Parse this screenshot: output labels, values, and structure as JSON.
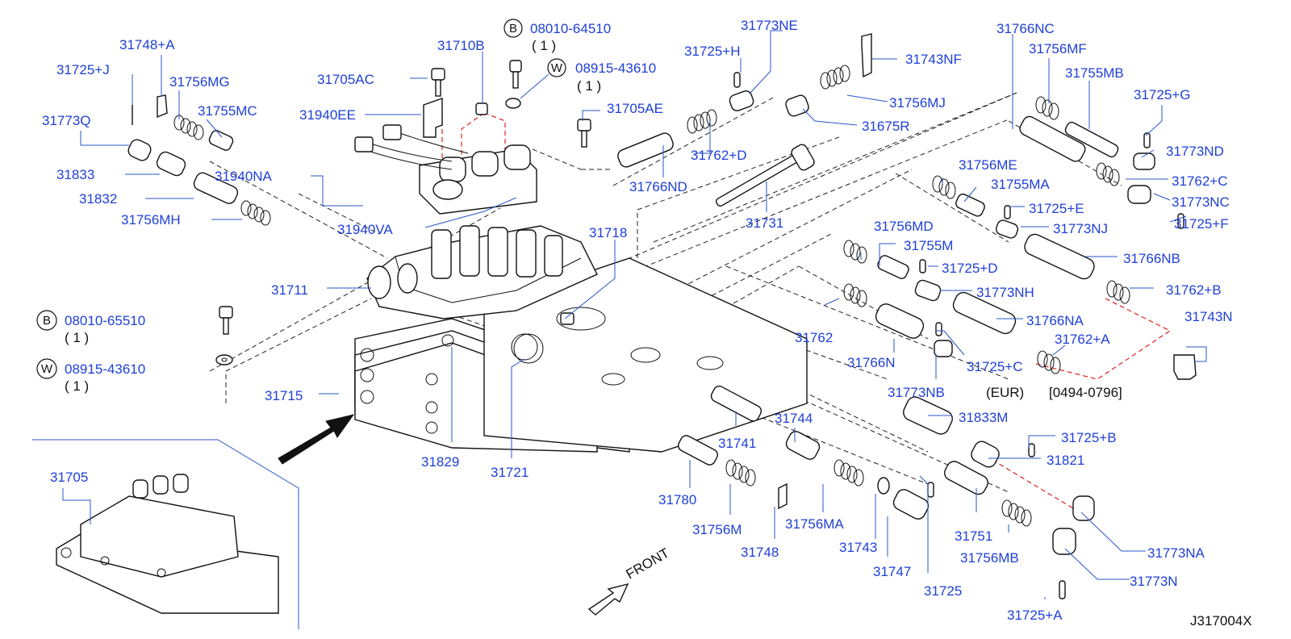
{
  "diagram_code": "J317004X",
  "note_eur": "(EUR)",
  "note_date": "[0494-0796]",
  "front_label": "FRONT",
  "callouts": {
    "b1": {
      "symbol": "B",
      "part": "08010-64510",
      "qty": "( 1 )"
    },
    "w1": {
      "symbol": "W",
      "part": "08915-43610",
      "qty": "( 1 )"
    },
    "b2": {
      "symbol": "B",
      "part": "08010-65510",
      "qty": "( 1 )"
    },
    "w2": {
      "symbol": "W",
      "part": "08915-43610",
      "qty": "( 1 )"
    }
  },
  "parts": {
    "p31748A": "31748+A",
    "p31725J": "31725+J",
    "p31756MG": "31756MG",
    "p31755MC": "31755MC",
    "p31773Q": "31773Q",
    "p31833": "31833",
    "p31940NA": "31940NA",
    "p31832": "31832",
    "p31756MH": "31756MH",
    "p31705AC": "31705AC",
    "p31710B": "31710B",
    "p31940EE": "31940EE",
    "p31940VA": "31940VA",
    "p31705AE": "31705AE",
    "p31725H": "31725+H",
    "p31773NE": "31773NE",
    "p31743NF": "31743NF",
    "p31756MJ": "31756MJ",
    "p31675R": "31675R",
    "p31762D": "31762+D",
    "p31766ND": "31766ND",
    "p31731": "31731",
    "p31766NC": "31766NC",
    "p31756MF": "31756MF",
    "p31755MB": "31755MB",
    "p31725G": "31725+G",
    "p31773ND": "31773ND",
    "p31756ME": "31756ME",
    "p31755MA": "31755MA",
    "p31762C": "31762+C",
    "p31773NC": "31773NC",
    "p31725E": "31725+E",
    "p31773NJ": "31773NJ",
    "p31725F": "31725+F",
    "p31718": "31718",
    "p31756MD": "31756MD",
    "p31755M": "31755M",
    "p31725D": "31725+D",
    "p31766NB": "31766NB",
    "p31711": "31711",
    "p31773NH": "31773NH",
    "p31762B": "31762+B",
    "p31762": "31762",
    "p31766NA": "31766NA",
    "p31743N": "31743N",
    "p31762A": "31762+A",
    "p31766N": "31766N",
    "p31725C": "31725+C",
    "p31715": "31715",
    "p31773NB": "31773NB",
    "p31833M": "31833M",
    "p31744": "31744",
    "p31741": "31741",
    "p31725B": "31725+B",
    "p31829": "31829",
    "p31721": "31721",
    "p31821": "31821",
    "p31705": "31705",
    "p31780": "31780",
    "p31756M": "31756M",
    "p31756MA": "31756MA",
    "p31748": "31748",
    "p31743": "31743",
    "p31747": "31747",
    "p31751": "31751",
    "p31756MB": "31756MB",
    "p31773NA": "31773NA",
    "p31773N": "31773N",
    "p31725": "31725",
    "p31725A": "31725+A"
  }
}
